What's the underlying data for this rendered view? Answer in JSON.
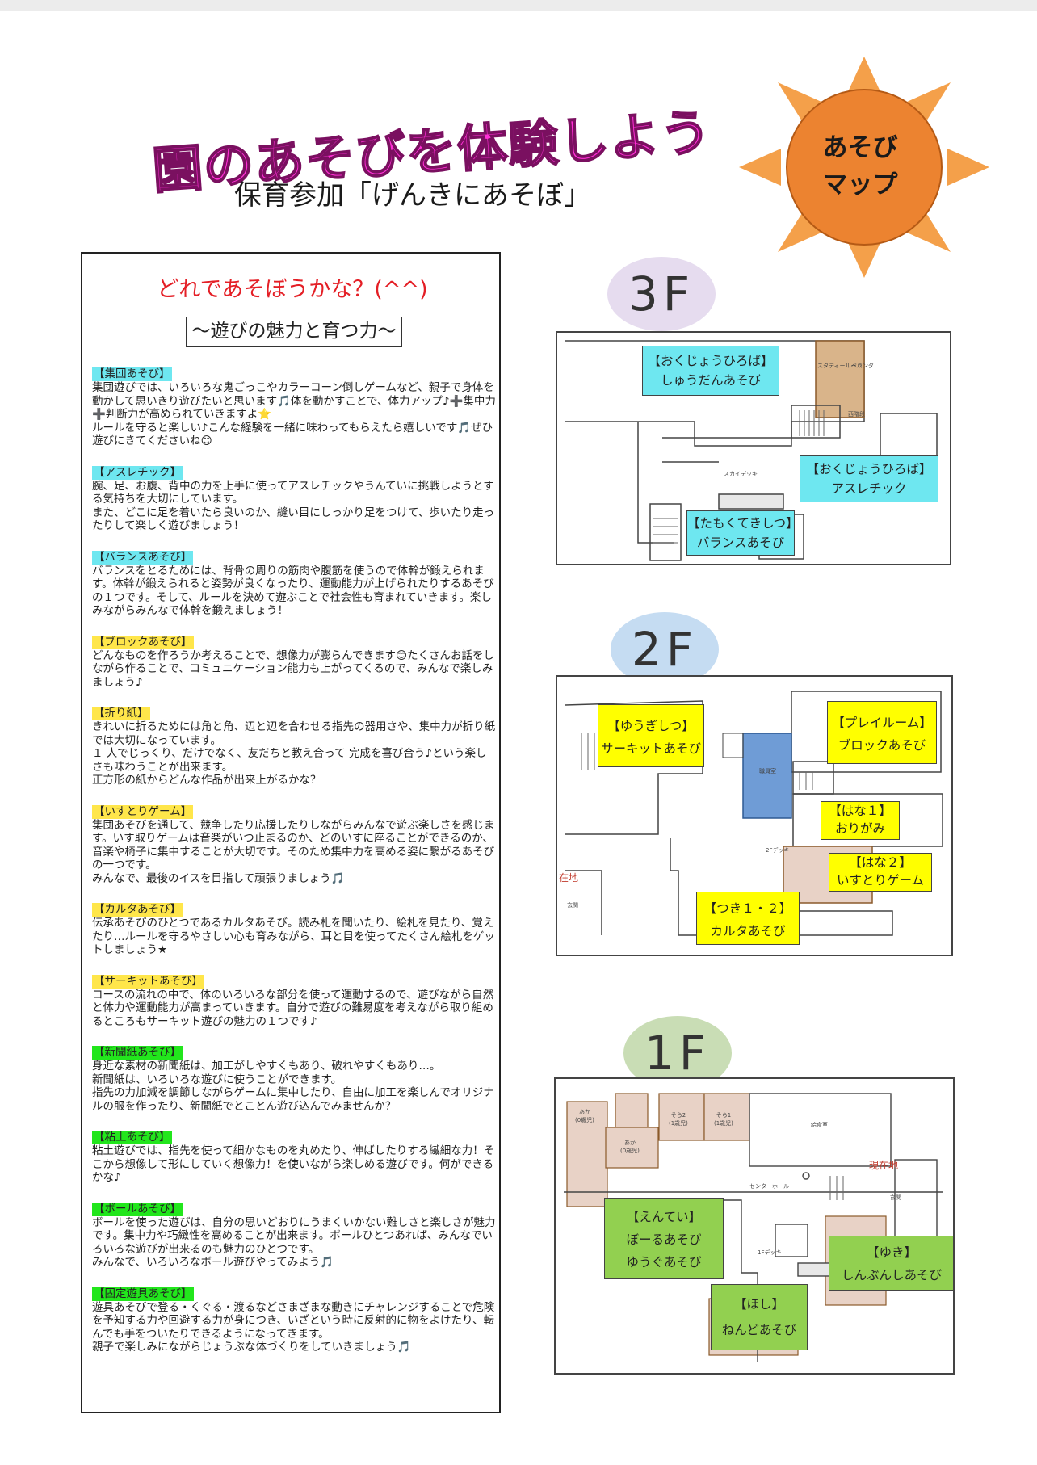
{
  "header": {
    "title": "園のあそびを体験しよう",
    "subtitle": "保育参加「げんきにあそぼ」",
    "badge": "あそび\nマップ"
  },
  "textbox": {
    "heading": "どれであそぼうかな？(^^)",
    "subheading": "～遊びの魅力と育つ力～",
    "sections": [
      {
        "title": "【集団あそび】",
        "color": "#6ee7f0",
        "body": "集団遊びでは、いろいろな鬼ごっこやカラーコーン倒しゲームなど、親子で身体を動かして思いきり遊びたいと思います🎵体を動かすことで、体力アップ♪➕集中力➕判断力が高められていきますよ⭐\nルールを守ると楽しい♪こんな経験を一緒に味わってもらえたら嬉しいです🎵ぜひ遊びにきてくださいね😊"
      },
      {
        "title": "【アスレチック】",
        "color": "#6ee7f0",
        "body": "腕、足、お腹、背中の力を上手に使ってアスレチックやうんていに挑戦しようとする気持ちを大切にしています。\nまた、どこに足を着いたら良いのか、縫い目にしっかり足をつけて、歩いたり走ったりして楽しく遊びましょう！"
      },
      {
        "title": "【バランスあそび】",
        "color": "#6ee7f0",
        "body": "バランスをとるためには、背骨の周りの筋肉や腹筋を使うので体幹が鍛えられます。体幹が鍛えられると姿勢が良くなったり、運動能力が上げられたりするあそびの１つです。そして、ルールを決めて遊ぶことで社会性も育まれていきます。楽しみながらみんなで体幹を鍛えましょう！"
      },
      {
        "title": "【ブロックあそび】",
        "color": "#ffe64a",
        "body": "どんなものを作ろうか考えることで、想像力が膨らんできます😊たくさんお話をしながら作ることで、コミュニケーション能力も上がってくるので、みんなで楽しみましょう♪"
      },
      {
        "title": "【折り紙】",
        "color": "#ffe64a",
        "body": "きれいに折るためには角と角、辺と辺を合わせる指先の器用さや、集中力が折り紙では大切になっています。\n１ 人でじっくり、だけでなく、友だちと教え合って 完成を喜び合う♪という楽しさも味わうことが出来ます。\n正方形の紙からどんな作品が出来上がるかな？"
      },
      {
        "title": "【いすとりゲーム】",
        "color": "#ffe64a",
        "body": "集団あそびを通して、競争したり応援したりしながらみんなで遊ぶ楽しさを感じます。いす取りゲームは音楽がいつ止まるのか、どのいすに座ることができるのか、音楽や椅子に集中することが大切です。そのため集中力を高める姿に繋がるあそびの一つです。\nみんなで、最後のイスを目指して頑張りましょう🎵"
      },
      {
        "title": "【カルタあそび】",
        "color": "#ffe64a",
        "body": "伝承あそびのひとつであるカルタあそび。読み札を聞いたり、絵札を見たり、覚えたり…ルールを守るやさしい心も育みながら、耳と目を使ってたくさん絵札をゲットしましょう★"
      },
      {
        "title": "【サーキットあそび】",
        "color": "#ffe64a",
        "body": "コースの流れの中で、体のいろいろな部分を使って運動するので、遊びながら自然と体力や運動能力が高まっていきます。自分で遊びの難易度を考えながら取り組めるところもサーキット遊びの魅力の１つです♪"
      },
      {
        "title": "【新聞紙あそび】",
        "color": "#22e61c",
        "body": "身近な素材の新聞紙は、加工がしやすくもあり、破れやすくもあり…。\n新聞紙は、いろいろな遊びに使うことができます。\n指先の力加減を調節しながらゲームに集中したり、自由に加工を楽しんでオリジナルの服を作ったり、新聞紙でとことん遊び込んでみませんか？"
      },
      {
        "title": "【粘土あそび】",
        "color": "#22e61c",
        "body": "粘土遊びでは、指先を使って細かなものを丸めたり、伸ばしたりする繊細な力！そこから想像して形にしていく想像力！を使いながら楽しめる遊びです。何ができるかな♪"
      },
      {
        "title": "【ボールあそび】",
        "color": "#22e61c",
        "body": "ボールを使った遊びは、自分の思いどおりにうまくいかない難しさと楽しさが魅力です。集中力や巧緻性を高めることが出来ます。ボールひとつあれば、みんなでいろいろな遊びが出来るのも魅力のひとつです。\nみんなで、いろいろなボール遊びやってみよう🎵"
      },
      {
        "title": "【固定遊具あそび】",
        "color": "#22e61c",
        "body": "遊具あそびで登る・くぐる・渡るなどさまざまな動きにチャレンジすることで危険を予知する力や回避する力が身につき、いざという時に反射的に物をよけたり、転んでも手をついたりできるようになってきます。\n親子で楽しみにながらじょうぶな体づくりをしていきましょう🎵"
      }
    ]
  },
  "floors": {
    "f3": {
      "badge": "3F",
      "badge_color": "#e6dcef",
      "labels": {
        "a": [
          "【おくじょうひろば】",
          "しゅうだんあそび"
        ],
        "b": [
          "【おくじょうひろば】",
          "アスレチック"
        ],
        "c": [
          "【たもくてきしつ】",
          "バランスあそび"
        ]
      },
      "tiny": {
        "study": "スタディールーム",
        "veranda": "ベランダ",
        "stairs": "西階段",
        "deck": "スカイデッキ"
      }
    },
    "f2": {
      "badge": "2F",
      "badge_color": "#c5dcf2",
      "labels": {
        "a": [
          "【ゆうぎしつ】",
          "サーキットあそび"
        ],
        "b": [
          "【プレイルーム】",
          "ブロックあそび"
        ],
        "c": [
          "【はな１】",
          "おりがみ"
        ],
        "d": [
          "【はな２】",
          "いすとりゲーム"
        ],
        "e": [
          "【つき１・２】",
          "カルタあそび"
        ]
      },
      "here": "在地",
      "tiny": {
        "staff": "職員室",
        "deck": "2Fデッキ",
        "entrance": "玄関"
      }
    },
    "f1": {
      "badge": "1F",
      "badge_color": "#c9ddb5",
      "labels": {
        "a": [
          "【えんてい】",
          "ぼーるあそび",
          "ゆうぐあそび"
        ],
        "b": [
          "【ゆき】",
          "しんぶんしあそび"
        ],
        "c": [
          "【ほし】",
          "ねんどあそび"
        ]
      },
      "here": "現在地",
      "tiny": {
        "aka0a": "あか\n(0歳児)",
        "aka0b": "あか\n(0歳児)",
        "sora2": "そら2\n(1歳児)",
        "sora1": "そら1\n(1歳児)",
        "kitchen": "給食室",
        "center": "センターホール",
        "deck": "1Fデッキ",
        "entrance": "玄関"
      }
    }
  }
}
